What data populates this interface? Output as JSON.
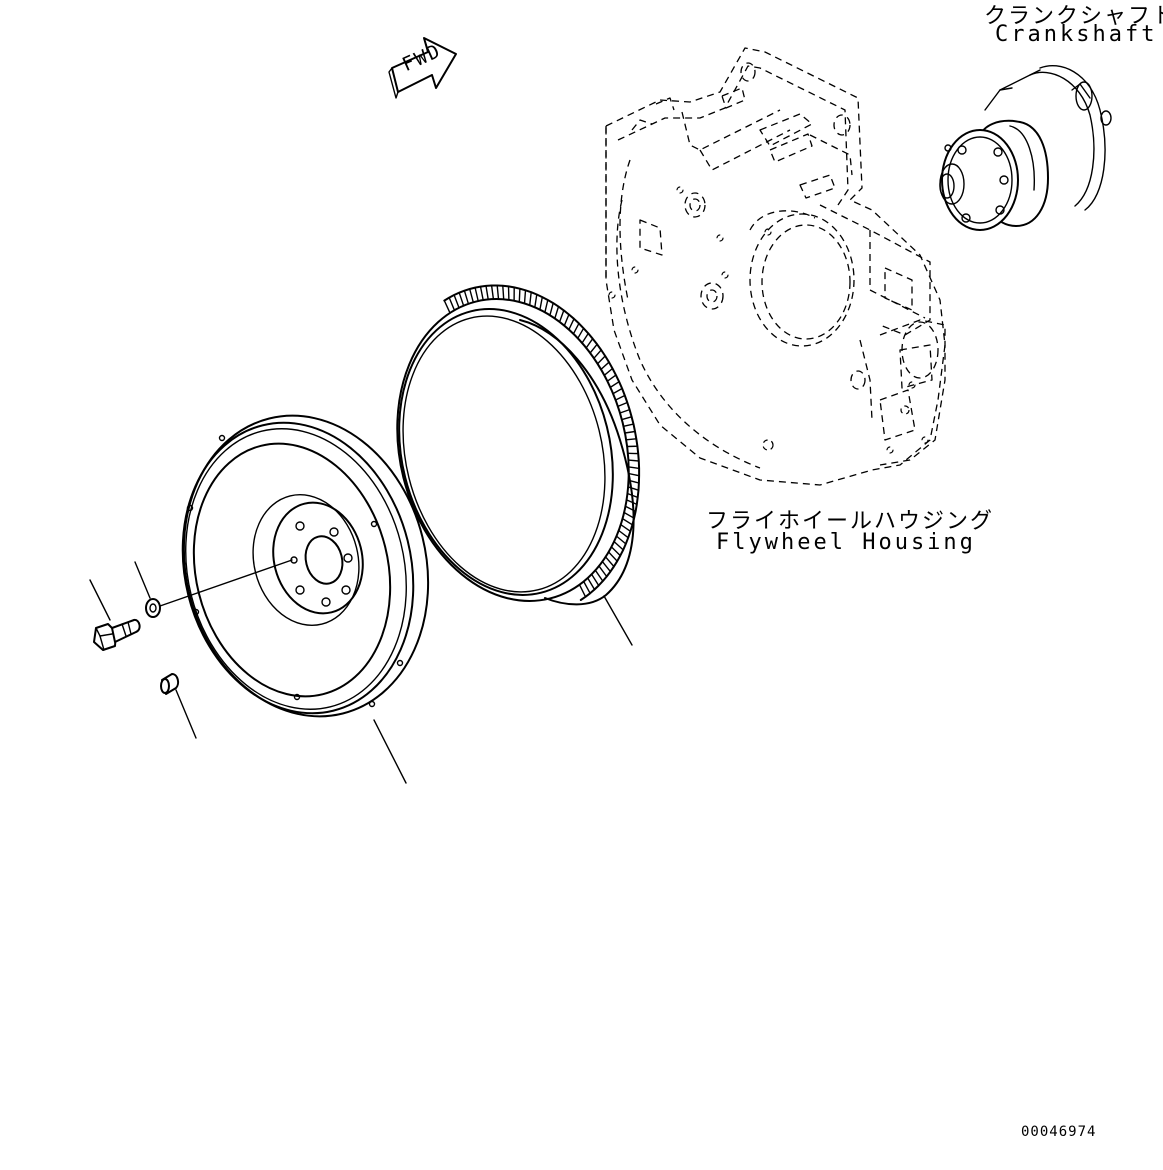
{
  "labels": {
    "crankshaft_jp": "クランクシャフト",
    "crankshaft_en": "Crankshaft",
    "flywheel_housing_jp": "フライホイールハウジング",
    "flywheel_housing_en": "Flywheel Housing",
    "fwd_marker": "FWD",
    "drawing_number": "00046974"
  },
  "colors": {
    "line": "#000000",
    "background": "#ffffff"
  }
}
